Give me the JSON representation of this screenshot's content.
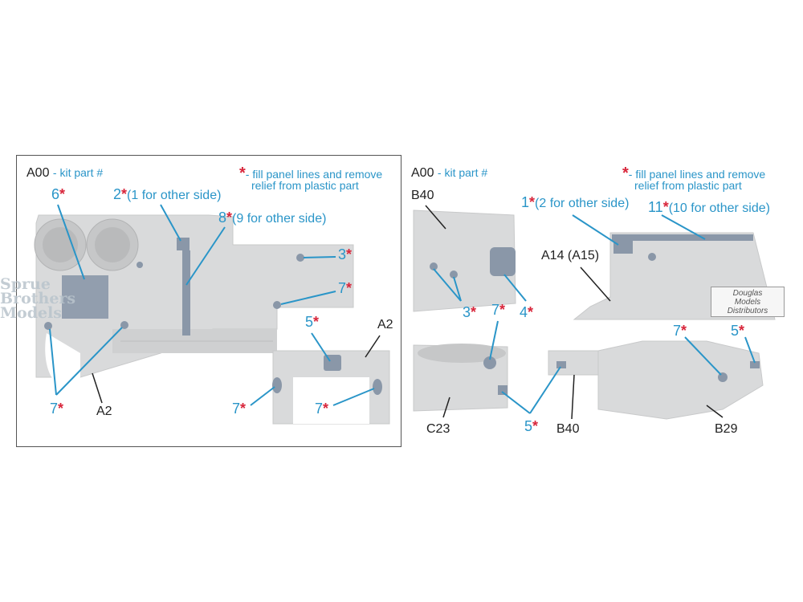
{
  "left": {
    "legend_code": "A00",
    "legend_text": "- kit part #",
    "note_star": "*",
    "note_line1": "- fill panel lines and remove",
    "note_line2": "relief from plastic part",
    "callouts": {
      "c6": "6",
      "c2": "2",
      "c2_sub": "(1 for other side)",
      "c8": "8",
      "c8_sub": "(9 for other side)",
      "c3": "3",
      "c7a": "7",
      "c5": "5",
      "c7b": "7",
      "c7c": "7",
      "c7d": "7"
    },
    "parts": {
      "a2_main": "A2",
      "a2_small": "A2"
    }
  },
  "right": {
    "legend_code": "A00",
    "legend_text": "- kit part #",
    "note_star": "*",
    "note_line1": "- fill panel lines and remove",
    "note_line2": "relief from plastic part",
    "callouts": {
      "c1": "1",
      "c1_sub": "(2 for other side)",
      "c11": "11",
      "c11_sub": "(10 for other side)",
      "c3": "3",
      "c4": "4",
      "c7a": "7",
      "c7b": "7",
      "c5a": "5",
      "c5b": "5"
    },
    "parts": {
      "b40_top": "B40",
      "a14": "A14 (A15)",
      "c23": "C23",
      "b40_bottom": "B40",
      "b29": "B29"
    }
  },
  "star": "*",
  "watermark": {
    "line1": "Sprue",
    "line2": "Brothers",
    "line3": "Models"
  },
  "distributor": {
    "line1": "Douglas",
    "line2": "Models",
    "line3": "Distributors"
  },
  "colors": {
    "accent": "#2a95c8",
    "star": "#d8263b",
    "part": "#d9dadb",
    "decal": "#8a97a8"
  }
}
